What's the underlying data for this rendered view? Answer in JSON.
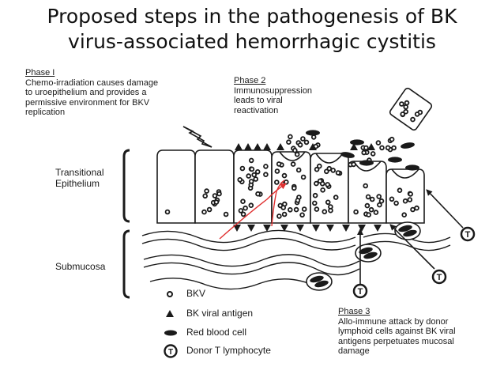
{
  "title": {
    "line1": "Proposed steps in the pathogenesis of BK",
    "line2": "virus-associated hemorrhagic cystitis"
  },
  "phase1": {
    "heading": "Phase I",
    "lines": [
      "Chemo-irradiation causes damage",
      "to uroepithelium and provides a",
      "permissive environment for BKV",
      "replication"
    ]
  },
  "phase2": {
    "heading": "Phase 2",
    "lines": [
      "Immunosuppression",
      "leads to viral",
      "reactivation"
    ]
  },
  "phase3": {
    "heading": "Phase 3",
    "lines": [
      "Allo-immune attack by donor",
      "lymphoid cells against BK viral",
      "antigens perpetuates mucosal",
      "damage"
    ]
  },
  "tissue": {
    "epithelium_line1": "Transitional",
    "epithelium_line2": "Epithelium",
    "submucosa": "Submucosa"
  },
  "legend": [
    {
      "icon": "dot-icon",
      "label": "BKV"
    },
    {
      "icon": "triangle-icon",
      "label": "BK viral antigen"
    },
    {
      "icon": "oval-icon",
      "label": "Red blood cell"
    },
    {
      "icon": "t-circle-icon",
      "label": "Donor T lymphocyte",
      "glyph": "T"
    }
  ],
  "t_cell_glyph": "T",
  "colors": {
    "ink": "#1a1a1a",
    "annotation": "#e03030"
  }
}
